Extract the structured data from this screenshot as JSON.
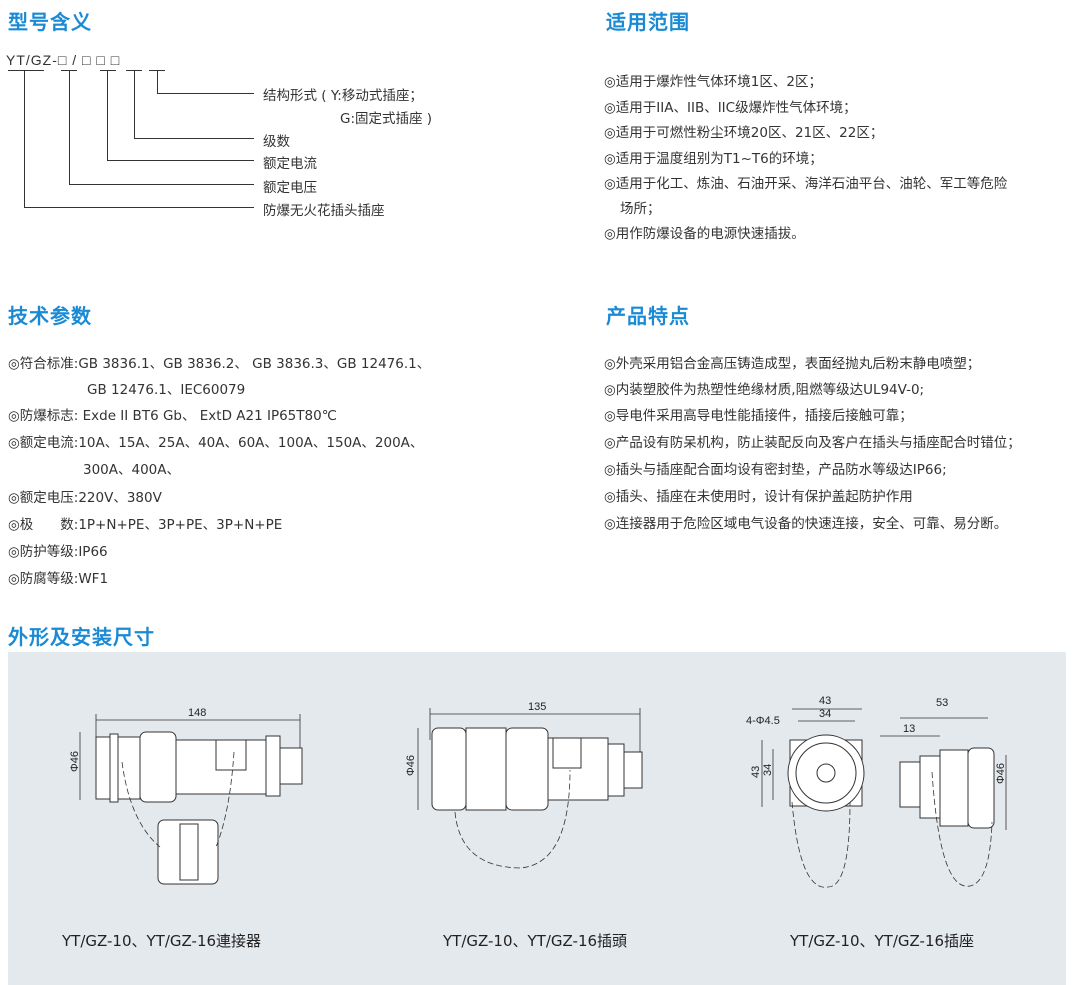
{
  "model": {
    "title": "型号含义",
    "code": "YT/GZ-□ / □ □ □",
    "labels": [
      "结构形式 ( Y:移动式插座；",
      "G:固定式插座 )",
      "级数",
      "额定电流",
      "额定电压",
      "防爆无火花插头插座"
    ]
  },
  "scope": {
    "title": "适用范围",
    "items": [
      "◎适用于爆炸性气体环境1区、2区；",
      "◎适用于IIA、IIB、IIC级爆炸性气体环境；",
      "◎适用于可燃性粉尘环境20区、21区、22区；",
      "◎适用于温度组别为T1~T6的环境；",
      "◎适用于化工、炼油、石油开采、海洋石油平台、油轮、军工等危险",
      "场所；",
      "◎用作防爆设备的电源快速插拔。"
    ]
  },
  "params": {
    "title": "技术参数",
    "items": [
      "◎符合标准:GB 3836.1、GB 3836.2、 GB 3836.3、GB 12476.1、",
      "GB 12476.1、IEC60079",
      "◎防爆标志: Exde II BT6 Gb、 ExtD A21 IP65T80℃",
      "◎额定电流:10A、15A、25A、40A、60A、100A、150A、200A、",
      "300A、400A、",
      "◎额定电压:220V、380V",
      "◎极　　数:1P+N+PE、3P+PE、3P+N+PE",
      "◎防护等级:IP66",
      "◎防腐等级:WF1"
    ]
  },
  "features": {
    "title": "产品特点",
    "items": [
      "◎外壳采用铝合金高压铸造成型，表面经抛丸后粉末静电喷塑；",
      "◎内装塑胶件为热塑性绝缘材质,阻燃等级达UL94V-0;",
      "◎导电件采用高导电性能插接件，插接后接触可靠；",
      "◎产品设有防呆机构，防止装配反向及客户在插头与插座配合时错位；",
      "◎插头与插座配合面均设有密封垫，产品防水等级达IP66;",
      "◎插头、插座在未使用时，设计有保护盖起防护作用",
      "◎连接器用于危险区域电气设备的快速连接，安全、可靠、易分断。"
    ]
  },
  "dims": {
    "title": "外形及安装尺寸",
    "connector": {
      "length": "148",
      "dia": "Φ46",
      "caption": "YT/GZ-10、YT/GZ-16連接器"
    },
    "plug": {
      "length": "135",
      "dia": "Φ46",
      "caption": "YT/GZ-10、YT/GZ-16插頭"
    },
    "socket": {
      "w1": "43",
      "w2": "34",
      "h1": "43",
      "h2": "34",
      "hole": "4-Φ4.5",
      "depth": "53",
      "flange": "13",
      "dia": "Φ46",
      "caption": "YT/GZ-10、YT/GZ-16插座"
    }
  },
  "colors": {
    "accent": "#1a8ad4",
    "panel": "#e4e9ee"
  }
}
